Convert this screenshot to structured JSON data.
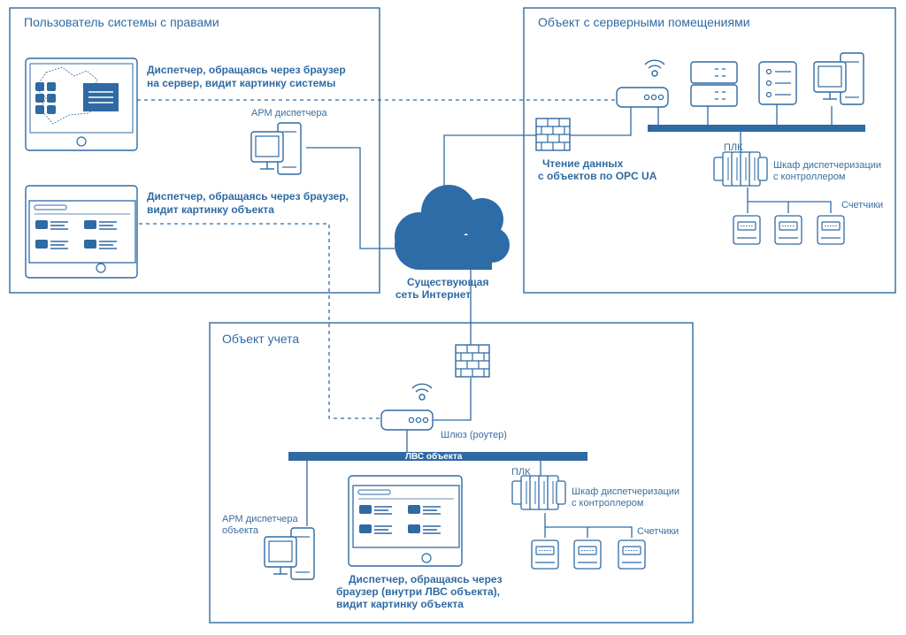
{
  "zones": {
    "user": {
      "title": "Пользователь системы с правами"
    },
    "server": {
      "title": "Объект с серверными помещениями"
    },
    "object": {
      "title": "Объект учета"
    }
  },
  "user_zone": {
    "caption1": [
      "Диспетчер, обращаясь через браузер",
      "на сервер, видит картинку системы"
    ],
    "caption2": [
      "Диспетчер, обращаясь через браузер,",
      "видит картинку объекта"
    ],
    "arm_label": "АРМ диспетчера"
  },
  "server_zone": {
    "opc_caption": [
      "Чтение данных",
      "с объектов по OPC UA"
    ],
    "plc_label": "ПЛК",
    "cabinet_label": [
      "Шкаф диспетчеризации",
      "с контроллером"
    ],
    "meters_label": "Счетчики"
  },
  "cloud": {
    "caption": [
      "Существующая",
      "сеть Интернет"
    ]
  },
  "object_zone": {
    "gateway_label": "Шлюз (роутер)",
    "lan_label": "ЛВС объекта",
    "arm_label": [
      "АРМ диспетчера",
      "объекта"
    ],
    "plc_label": "ПЛК",
    "cabinet_label": [
      "Шкаф диспетчеризации",
      "с контроллером"
    ],
    "meters_label": "Счетчики",
    "caption": [
      "Диспетчер,  обращаясь через",
      "браузер (внутри ЛВС объекта),",
      "видит картинку объекта"
    ]
  },
  "icons": [
    "monitor-map-icon",
    "monitor-dashboard-icon",
    "workstation-icon",
    "router-icon",
    "server-icon",
    "firewall-icon",
    "cloud-icon",
    "plc-icon",
    "meter-icon"
  ],
  "colors": {
    "line": "#2f6aa3",
    "cloud": "#2e6ca8",
    "text": "#2f6aa3"
  }
}
